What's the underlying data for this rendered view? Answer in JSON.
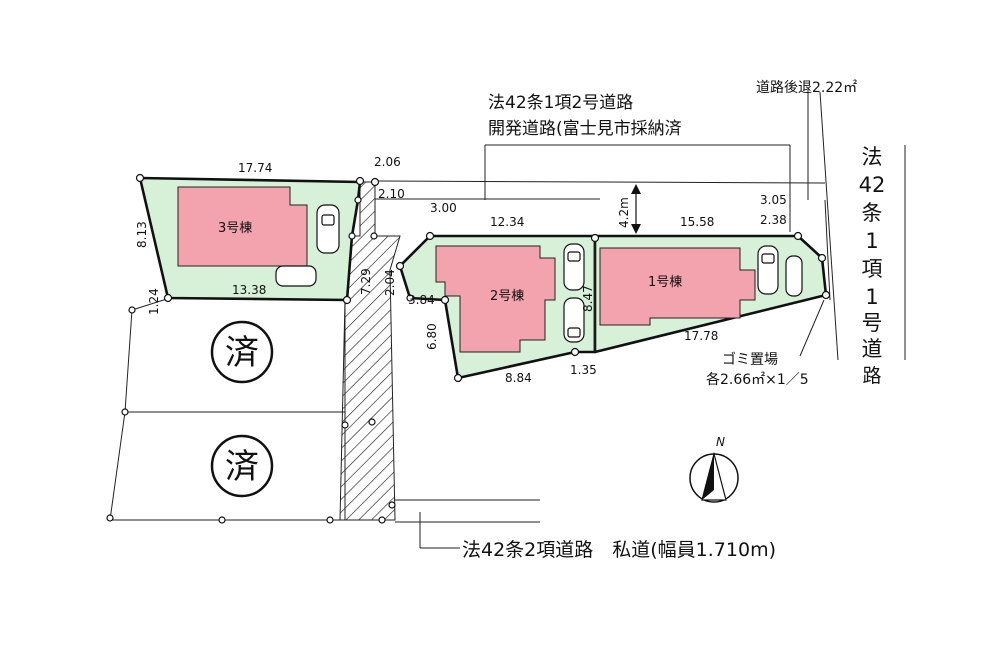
{
  "roads": {
    "dev_road_line1": "法42条1項2号道路",
    "dev_road_line2": "開発道路(富士見市採納済",
    "side_road_vertical": [
      "法",
      "42",
      "条",
      "1",
      "項",
      "1",
      "号",
      "道",
      "路"
    ],
    "private_road": "法42条2項道路　私道(幅員1.710m)",
    "setback": "道路後退2.22㎡"
  },
  "buildings": {
    "b1": "1号棟",
    "b2": "2号棟",
    "b3": "3号棟"
  },
  "sold_marks": [
    "済",
    "済"
  ],
  "garbage": {
    "line1": "ゴミ置場",
    "line2": "各2.66㎡×1／5"
  },
  "dimensions": {
    "d1774_top": "17.74",
    "d206": "2.06",
    "d210": "2.10",
    "d813": "8.13",
    "d124": "1.24",
    "d1338": "13.38",
    "d729": "7.29",
    "d204": "2.04",
    "d300": "3.00",
    "d1234": "12.34",
    "d42m": "4.2m",
    "d1558": "15.58",
    "d305": "3.05",
    "d238": "2.38",
    "d384": "3.84",
    "d680": "6.80",
    "d884": "8.84",
    "d135": "1.35",
    "d847": "8.47",
    "d1778": "17.78"
  },
  "compass": {
    "label": "N"
  }
}
